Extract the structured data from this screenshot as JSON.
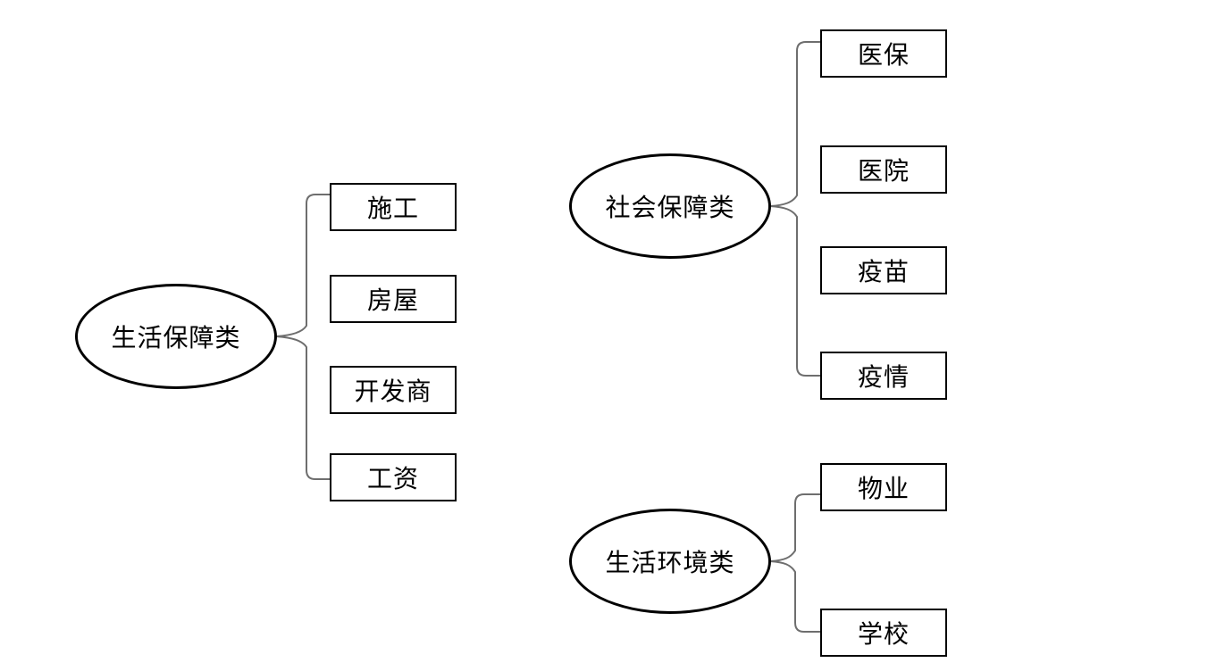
{
  "diagram": {
    "background_color": "#ffffff",
    "shape_border_color": "#000000",
    "connector_color": "#6e6e6e",
    "groups": [
      {
        "parent": "生活保障类",
        "children": [
          "施工",
          "房屋",
          "开发商",
          "工资"
        ]
      },
      {
        "parent": "社会保障类",
        "children": [
          "医保",
          "医院",
          "疫苗",
          "疫情"
        ]
      },
      {
        "parent": "生活环境类",
        "children": [
          "物业",
          "学校"
        ]
      }
    ]
  }
}
